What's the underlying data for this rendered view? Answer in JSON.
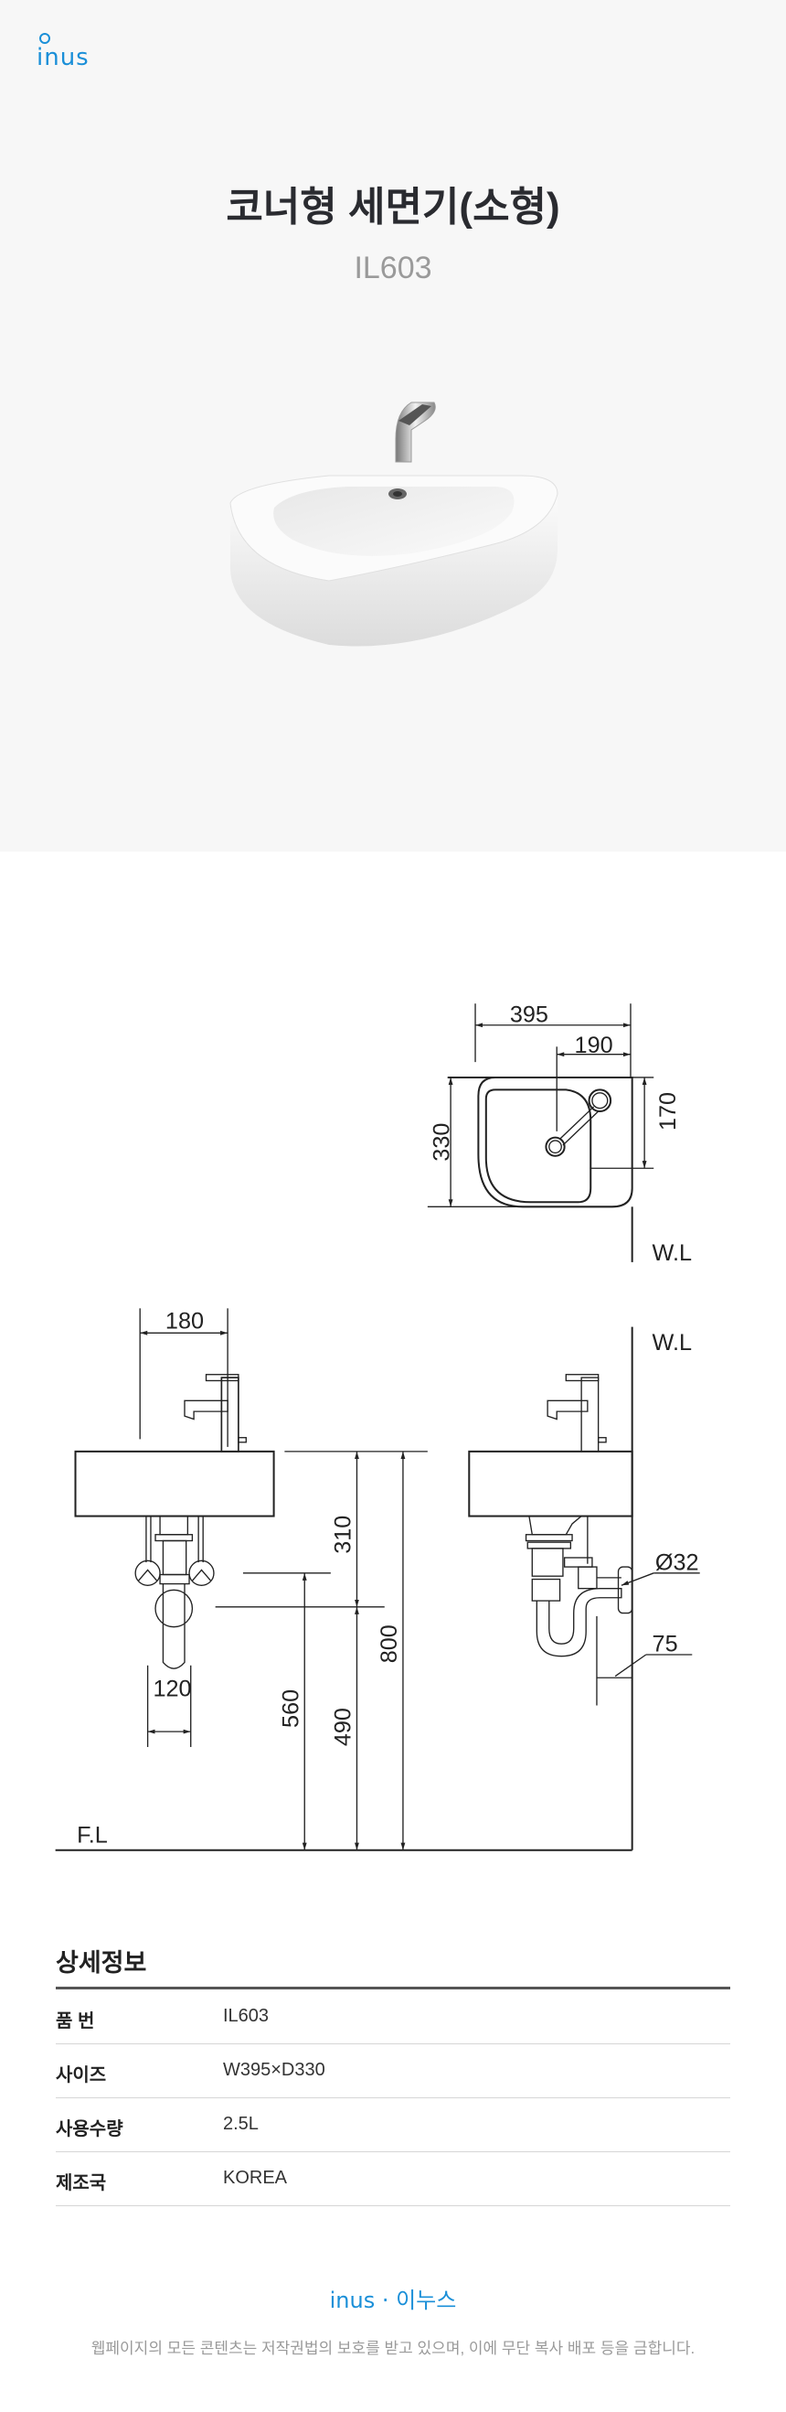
{
  "brand": {
    "logo": "inus",
    "footer_logo": "inus · 이누스",
    "color": "#1a8fd8"
  },
  "product": {
    "title": "코너형 세면기(소형)",
    "model": "IL603"
  },
  "drawing": {
    "top_view": {
      "width": "395",
      "faucet_offset": "190",
      "depth": "330",
      "faucet_depth": "170",
      "wall_label": "W.L"
    },
    "front_view": {
      "faucet_offset": "180",
      "valve_spacing": "120",
      "basin_thickness": "310",
      "valve_height": "560",
      "drain_height": "490",
      "rim_height": "800",
      "floor_label": "F.L"
    },
    "side_view": {
      "wall_label": "W.L",
      "drain_diameter": "Ø32",
      "trap_offset": "75"
    }
  },
  "specs": {
    "heading": "상세정보",
    "rows": [
      {
        "label": "품 번",
        "value": "IL603"
      },
      {
        "label": "사이즈",
        "value": "W395×D330"
      },
      {
        "label": "사용수량",
        "value": "2.5L"
      },
      {
        "label": "제조국",
        "value": "KOREA"
      }
    ]
  },
  "footer": {
    "copyright": "웹페이지의 모든 콘텐츠는 저작권법의 보호를 받고 있으며, 이에 무단 복사 배포 등을 금합니다."
  }
}
